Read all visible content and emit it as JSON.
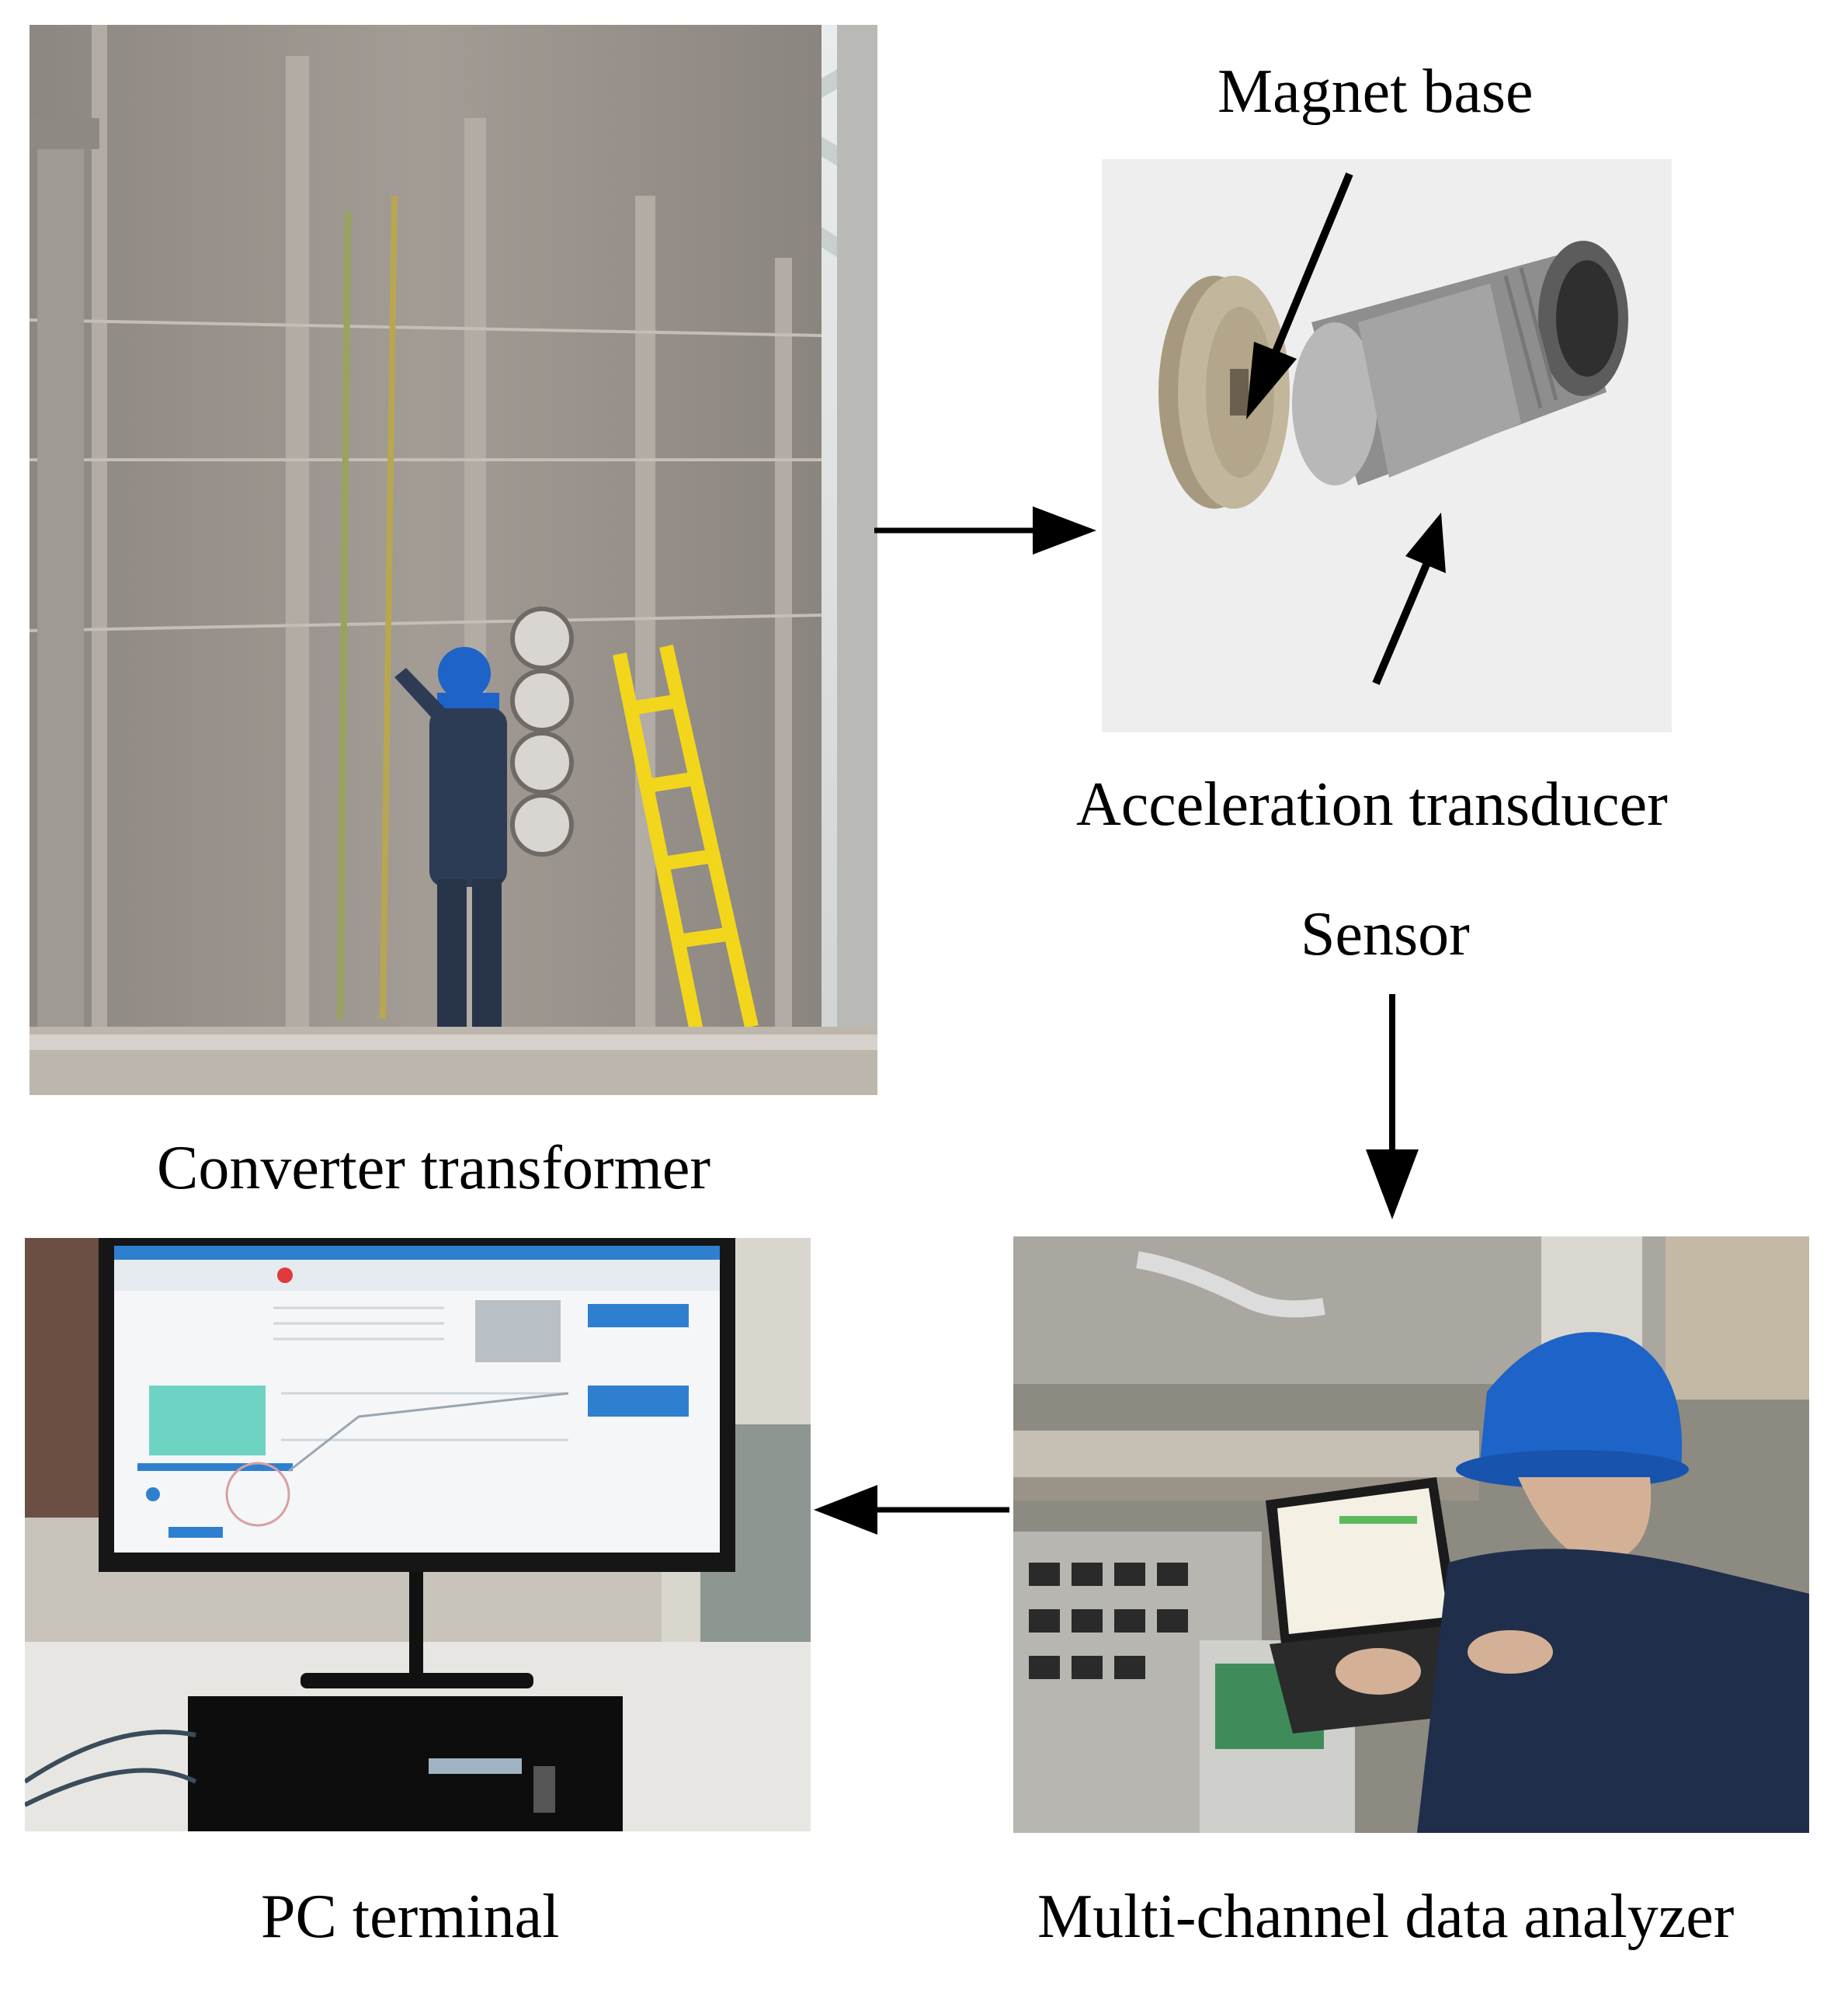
{
  "labels": {
    "magnet_base": "Magnet base",
    "acceleration_transducer": "Acceleration transducer",
    "sensor": "Sensor",
    "converter_transformer": "Converter transformer",
    "pc_terminal": "PC terminal",
    "multi_channel_analyzer": "Multi-channel data analyzer"
  },
  "colors": {
    "arrow": "#000000",
    "helmet": "#1e63c8",
    "ladder": "#f2d61c",
    "wall": "#9b948d",
    "screen_accent": "#2f7fd0"
  }
}
